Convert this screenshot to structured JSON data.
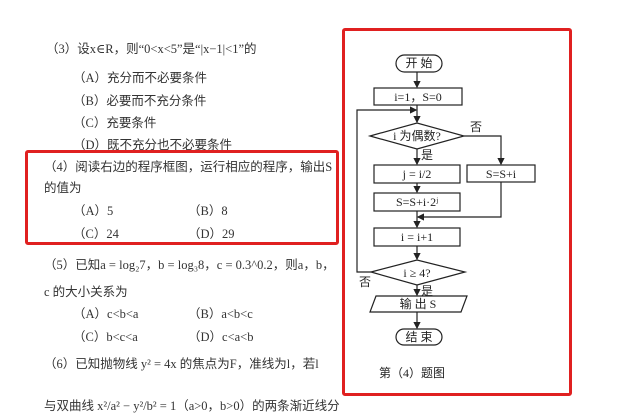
{
  "q3": {
    "stem": "（3）设x∈R，则“0<x<5”是“|x−1|<1”的",
    "options": [
      "（A）充分而不必要条件",
      "（B）必要而不充分条件",
      "（C）充要条件",
      "（D）既不充分也不必要条件"
    ]
  },
  "q4": {
    "stem_line1": "（4）阅读右边的程序框图，运行相应的程序，输出S",
    "stem_line2": "的值为",
    "options": [
      "（A）5",
      "（B）8",
      "（C）24",
      "（D）29"
    ]
  },
  "q5": {
    "stem_line1": "（5）已知a = log₂7，b = log₃8，c = 0.3^0.2，则a，b，",
    "stem_line2": "c 的大小关系为",
    "options": [
      "（A）c<b<a",
      "（B）a<b<c",
      "（C）b<c<a",
      "（D）c<a<b"
    ]
  },
  "q6": {
    "stem_line1": "（6）已知抛物线 y² = 4x 的焦点为F，准线为l，若l",
    "stem_line2": "与双曲线 x²/a² − y²/b² = 1（a>0，b>0）的两条渐近线分"
  },
  "flowchart": {
    "start": "开  始",
    "init": "i=1，S=0",
    "cond1": "i 为偶数?",
    "no1": "否",
    "yes1": "是",
    "j": "j = i/2",
    "s_even": "S=S+i·2ʲ",
    "s_odd": "S=S+i",
    "inc": "i = i+1",
    "cond2": "i ≥ 4?",
    "no2": "否",
    "yes2": "是",
    "output": "输 出 S",
    "end": "结  束",
    "caption": "第（4）题图"
  },
  "highlight_color": "#e02020"
}
